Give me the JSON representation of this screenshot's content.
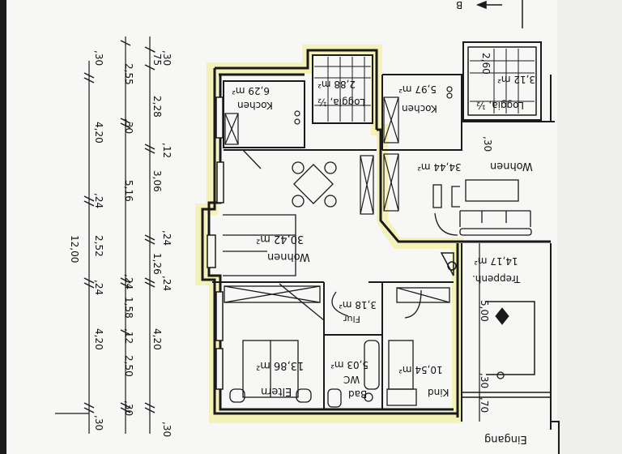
{
  "drawing": {
    "type": "floor-plan",
    "orientation": "rotated 180 degrees",
    "section_marker": "B",
    "highlight_color": "#f4f2b8",
    "wall_color": "#1a1a1a"
  },
  "rooms": [
    {
      "id": "kochen_left",
      "name": "Kochen",
      "area": "6,29 m²"
    },
    {
      "id": "loggia_left",
      "name": "Loggia, ½",
      "area": "2,88 m²"
    },
    {
      "id": "kochen_right",
      "name": "Kochen",
      "area": "5,97 m²"
    },
    {
      "id": "loggia_right",
      "name": "Loggia, ½",
      "area": "3,12 m²"
    },
    {
      "id": "wohnen_right",
      "name": "Wohnen",
      "area": "34,44 m²"
    },
    {
      "id": "wohnen_left",
      "name": "Wohnen",
      "area": "30,42 m²"
    },
    {
      "id": "treppenh",
      "name": "Treppenh.",
      "area": "14,17 m²"
    },
    {
      "id": "flur",
      "name": "Flur",
      "area": "3,18 m²"
    },
    {
      "id": "eltern",
      "name": "Eltern",
      "area": "13,86 m²"
    },
    {
      "id": "bad_wc",
      "name": "Bad WC",
      "area": "5,03 m²"
    },
    {
      "id": "kind",
      "name": "Kind",
      "area": "10,54 m²"
    },
    {
      "id": "eingang",
      "name": "Eingang",
      "area": ""
    }
  ],
  "labels": {
    "kochen_left_name": "Kochen",
    "kochen_left_area": "6,29 m²",
    "loggia_left_name": "Loggia, ½",
    "loggia_left_area": "2,88 m²",
    "kochen_right_name": "Kochen",
    "kochen_right_area": "5,97 m²",
    "loggia_right_name": "Loggia, ½",
    "loggia_right_area": "3,12 m²",
    "wohnen_right_name": "Wohnen",
    "wohnen_right_area": "34,44 m²",
    "wohnen_left_name": "Wohnen",
    "wohnen_left_area": "30,42 m²",
    "treppenh_name": "Treppenh.",
    "treppenh_area": "14,17 m²",
    "flur_name": "Flur",
    "flur_area": "3,18 m²",
    "eltern_name": "Eltern",
    "eltern_area": "13,86 m²",
    "bad_name": "Bad",
    "wc_name": "WC",
    "bad_area": "5,03 m²",
    "kind_name": "Kind",
    "kind_area": "10,54 m²",
    "eingang": "Eingang",
    "dim_500": "5,00",
    "dim_30_stair": ",30",
    "dim_70_stair": ",70",
    "dim_260": "2,60",
    "dim_30_loggia": ",30",
    "marker": "B"
  },
  "dimension_chains": {
    "chain_1": [
      ",30",
      "4,20",
      ",24",
      "2,52",
      ",24",
      "4,20",
      ",30"
    ],
    "chain_2": [
      "2,55",
      ",30",
      "5,16",
      ",24",
      "1,58",
      ",12",
      "2,50",
      ",30"
    ],
    "chain_3": [
      ",30",
      ",75",
      "2,28",
      ",12",
      "3,06",
      ",24",
      "1,26",
      ",24",
      "4,20",
      ",30"
    ],
    "total": "12,00"
  }
}
